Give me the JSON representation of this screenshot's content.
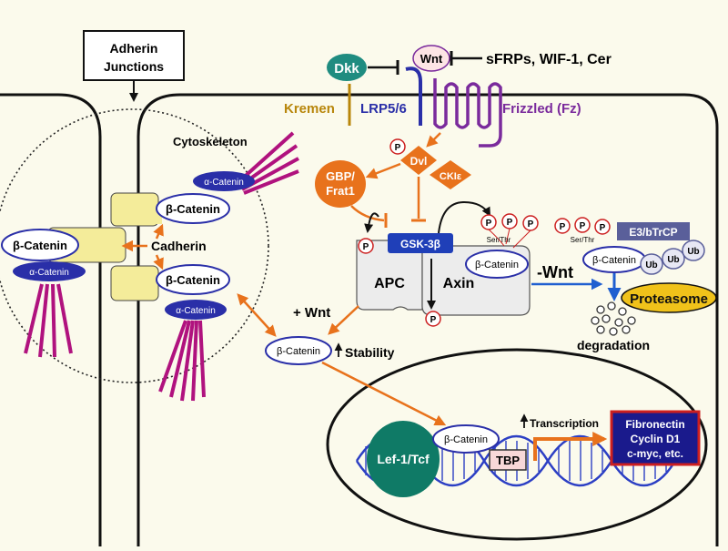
{
  "labels": {
    "adherin_line1": "Adherin",
    "adherin_line2": "Junctions",
    "dkk": "Dkk",
    "wnt": "Wnt",
    "inhibitors": "sFRPs, WIF-1, Cer",
    "kremen": "Kremen",
    "lrp": "LRP5/6",
    "frizzled": "Frizzled (Fz)",
    "cytoskeleton": "Cytoskeleton",
    "alpha_catenin": "α-Catenin",
    "beta_catenin": "β-Catenin",
    "cadherin": "Cadherin",
    "dvl": "Dvl",
    "ckie": "CKIε",
    "gbp_line1": "GBP/",
    "gbp_line2": "Frat1",
    "gsk3b": "GSK-3β",
    "apc": "APC",
    "axin": "Axin",
    "ser_thr": "Ser/Thr",
    "phospho": "P",
    "minus_wnt": "-Wnt",
    "plus_wnt": "+ Wnt",
    "e3": "E3/bTrCP",
    "ub": "Ub",
    "proteasome": "Proteasome",
    "degradation": "degradation",
    "stability": "Stability",
    "transcription": "Transcription",
    "lef": "Lef-1/Tcf",
    "tbp": "TBP",
    "targets_line1": "Fibronectin",
    "targets_line2": "Cyclin D1",
    "targets_line3": "c-myc, etc."
  },
  "colors": {
    "background": "#fbfaec",
    "orange": "#e8721c",
    "blue_protein": "#2a2fa8",
    "magenta": "#b0127e",
    "purple": "#7a2a9c",
    "teal": "#1f8c80",
    "lef_green": "#0f7a66",
    "kremen_gold": "#b8860b",
    "dna_blue": "#2c3fc4",
    "proteasome_yellow": "#f0c21a",
    "target_red": "#cc1f1f",
    "target_navy": "#1a1a8c",
    "ub_gray": "#8a8fc0",
    "cadherin_yellow": "#f4ec9a"
  }
}
